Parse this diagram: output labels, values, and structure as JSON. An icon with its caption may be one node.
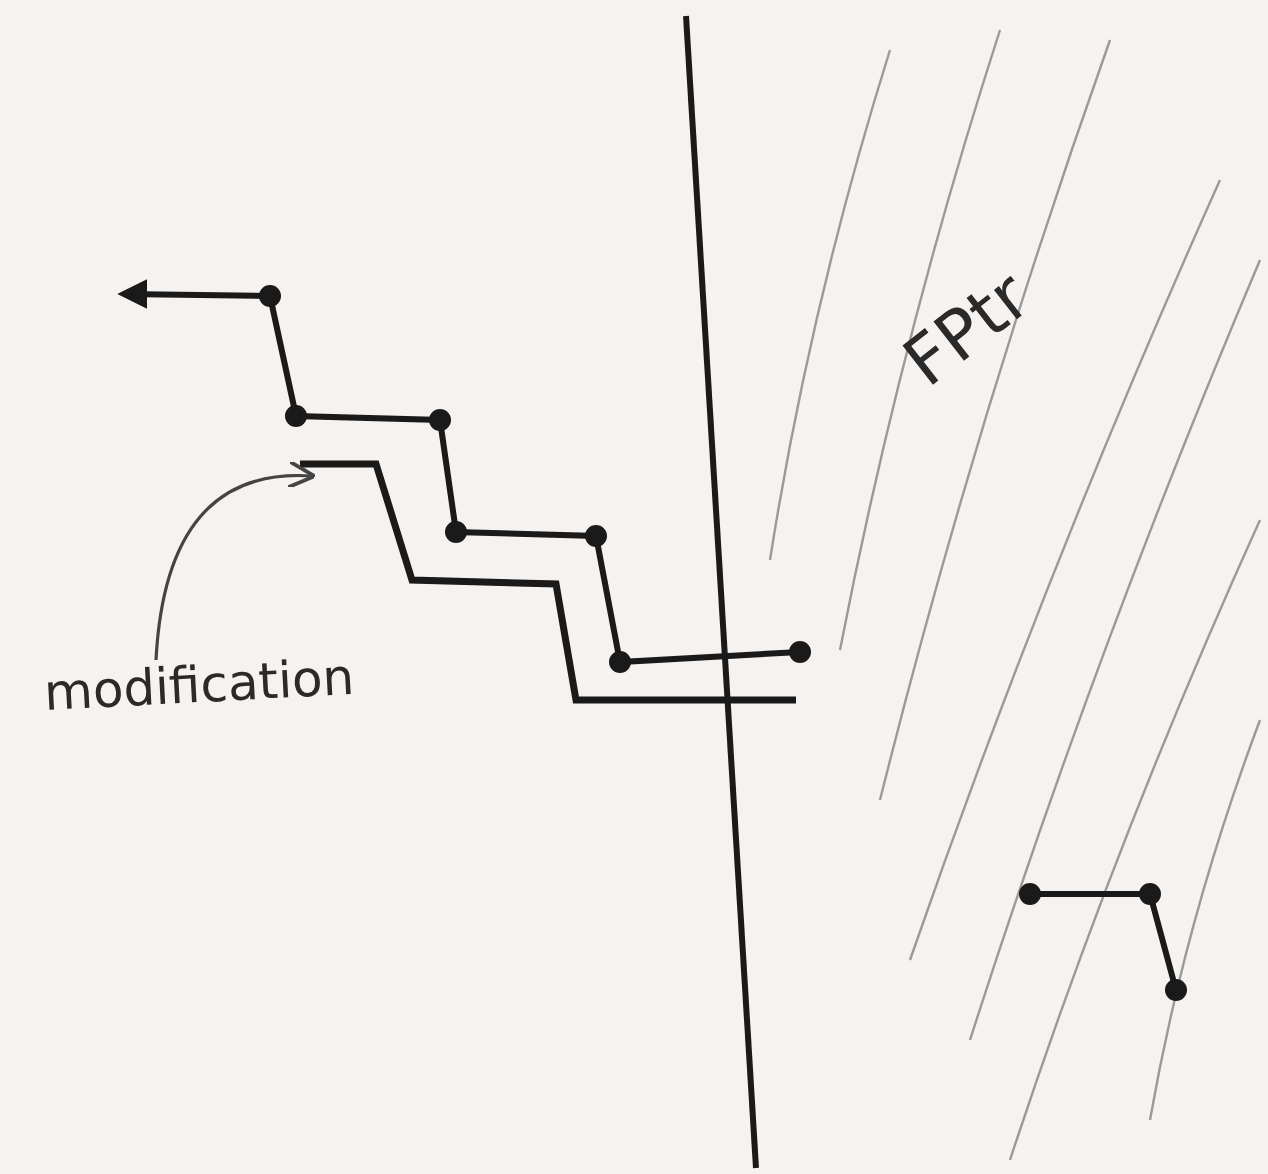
{
  "diagram": {
    "nodes": [
      {
        "text": [
          "modification"
        ]
      },
      {
        "text": [],
        "shape": "line"
      }
    ],
    "edges": [
      {
        "from": 0,
        "to": 1,
        "arrow": "to"
      }
    ],
    "labels": [
      "FPtr"
    ]
  }
}
